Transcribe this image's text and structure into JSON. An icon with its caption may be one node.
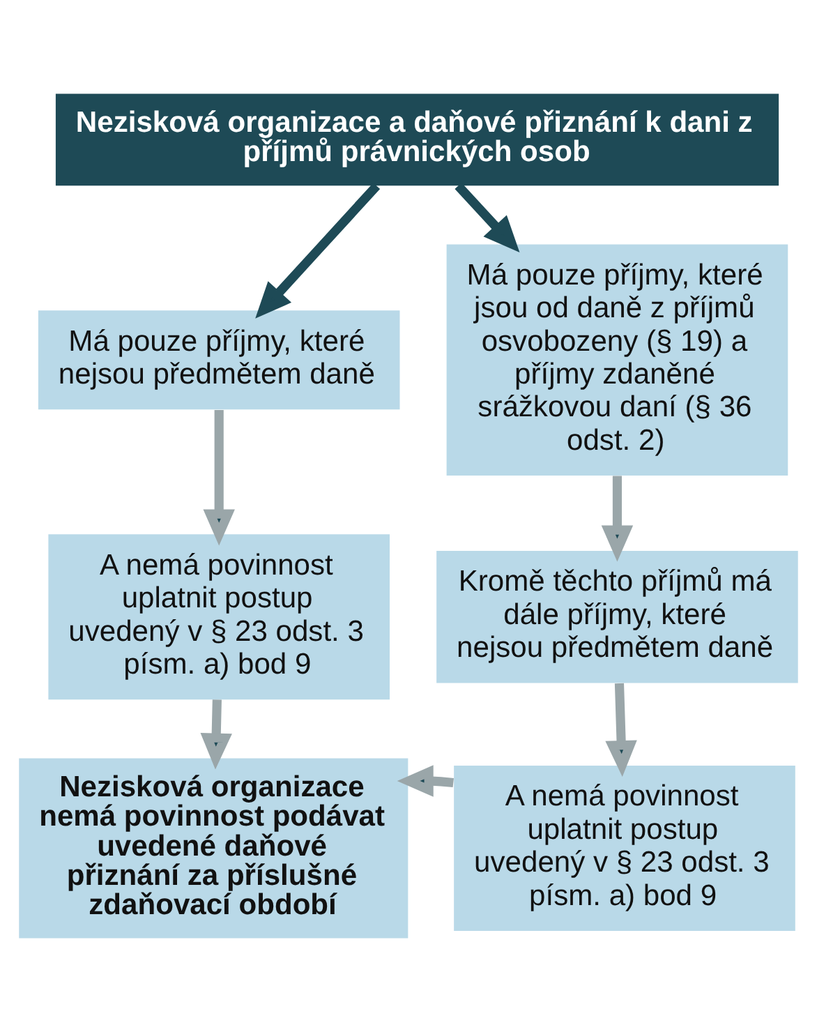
{
  "diagram": {
    "nodes": [
      {
        "text": [
          "Nezisková organizace a daňové přiznání k dani z příjmů právnických osob"
        ]
      },
      {
        "text": [
          "Má pouze příjmy, které nejsou předmětem daně"
        ]
      },
      {
        "text": [
          "Má pouze příjmy, které jsou od daně z příjmů osvobozeny (§ 19) a příjmy zdaněné srážkovou daní (§ 36 odst. 2)"
        ]
      },
      {
        "text": [
          "A nemá povinnost uplatnit postup uvedený v § 23 odst. 3 písm. a) bod 9"
        ]
      },
      {
        "text": [
          "Kromě těchto příjmů má dále příjmy, které nejsou předmětem daně"
        ]
      },
      {
        "text": [
          "Nezisková organizace nemá povinnost podávat uvedené daňové přiznání za příslušné zdaňovací období"
        ]
      },
      {
        "text": [
          "A nemá povinnost uplatnit postup uvedený v § 23 odst. 3 písm. a) bod 9"
        ]
      }
    ],
    "edges": [
      {
        "from": 0,
        "to": 1,
        "arrow": "to",
        "color": "#1e4a56"
      },
      {
        "from": 0,
        "to": 2,
        "arrow": "to",
        "color": "#1e4a56"
      },
      {
        "from": 1,
        "to": 3,
        "arrow": "to"
      },
      {
        "from": 2,
        "to": 4,
        "arrow": "to"
      },
      {
        "from": 3,
        "to": 5,
        "arrow": "to"
      },
      {
        "from": 4,
        "to": 6,
        "arrow": "to"
      },
      {
        "from": 6,
        "to": 5,
        "arrow": "to"
      }
    ]
  }
}
